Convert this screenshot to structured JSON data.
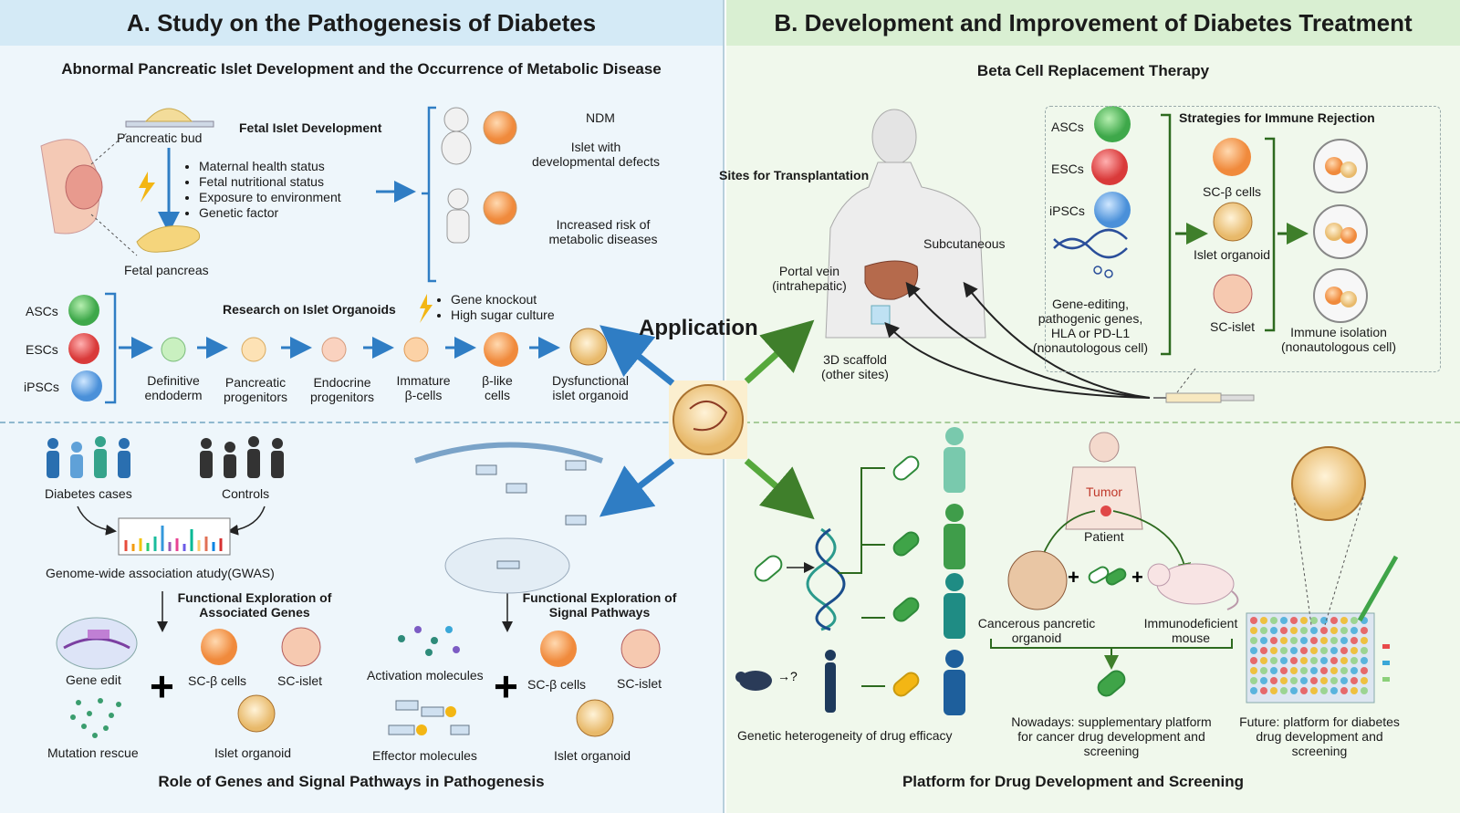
{
  "panel_a": {
    "title": "A. Study on the Pathogenesis of Diabetes",
    "section1_title": "Abnormal Pancreatic Islet Development and the Occurrence of Metabolic Disease",
    "pancreatic_bud": "Pancreatic bud",
    "fetal_pancreas": "Fetal pancreas",
    "fetal_islet_dev": "Fetal Islet Development",
    "factors": [
      "Maternal health status",
      "Fetal nutritional status",
      "Exposure to environment",
      "Genetic factor"
    ],
    "ndm": "NDM",
    "islet_defects": [
      "Islet with",
      "developmental defects"
    ],
    "increased_risk": [
      "Increased risk of",
      "metabolic diseases"
    ],
    "stem_cells": [
      "ASCs",
      "ESCs",
      "iPSCs"
    ],
    "research_organoids": "Research on Islet Organoids",
    "culture": [
      "Gene knockout",
      "High sugar culture"
    ],
    "stages": [
      [
        "Definitive",
        "endoderm"
      ],
      [
        "Pancreatic",
        "progenitors"
      ],
      [
        "Endocrine",
        "progenitors"
      ],
      [
        "Immature",
        "β-cells"
      ],
      [
        "β-like",
        "cells"
      ],
      [
        "Dysfunctional",
        "islet organoid"
      ]
    ],
    "diabetes_cases": "Diabetes cases",
    "controls": "Controls",
    "gwas": "Genome-wide association atudy(GWAS)",
    "func_genes": [
      "Functional Exploration of",
      "Associated Genes"
    ],
    "func_pathways": [
      "Functional Exploration of",
      "Signal Pathways"
    ],
    "gene_edit": "Gene edit",
    "mutation_rescue": "Mutation rescue",
    "sc_beta": "SC-β cells",
    "sc_islet": "SC-islet",
    "islet_organoid": "Islet organoid",
    "activation_molecules": "Activation molecules",
    "effector_molecules": "Effector molecules",
    "section2_title": "Role of Genes and Signal Pathways in Pathogenesis"
  },
  "center": {
    "application": "Application"
  },
  "panel_b": {
    "title": "B. Development and Improvement of Diabetes Treatment",
    "section1_title": "Beta Cell Replacement Therapy",
    "sites_title": "Sites for Transplantation",
    "subcutaneous": "Subcutaneous",
    "portal_vein": [
      "Portal vein",
      "(intrahepatic)"
    ],
    "scaffold": [
      "3D scaffold",
      "(other sites)"
    ],
    "stem_cells": [
      "ASCs",
      "ESCs",
      "iPSCs"
    ],
    "gene_editing": [
      "Gene-editing,",
      "pathogenic genes,",
      "HLA or PD-L1",
      "(nonautologous cell)"
    ],
    "strategies_title": "Strategies for Immune Rejection",
    "sc_beta": "SC-β cells",
    "islet_organoid": "Islet organoid",
    "sc_islet": "SC-islet",
    "immune_isolation": [
      "Immune isolation",
      "(nonautologous cell)"
    ],
    "genetic_het": "Genetic heterogeneity of drug efficacy",
    "tumor": "Tumor",
    "patient": "Patient",
    "cancerous": [
      "Cancerous pancretic",
      "organoid"
    ],
    "immunodeficient": [
      "Immunodeficient",
      "mouse"
    ],
    "nowadays": [
      "Nowadays: supplementary platform",
      "for cancer drug development and",
      "screening"
    ],
    "future": [
      "Future: platform  for diabetes",
      "drug development and",
      "screening"
    ],
    "section2_title": "Platform for Drug Development and Screening"
  },
  "colors": {
    "blue_arrow": "#2f7dc4",
    "green_arrow": "#56a83c",
    "panel_a_bg": "#eef6fb",
    "panel_b_bg": "#f0f8ec"
  }
}
